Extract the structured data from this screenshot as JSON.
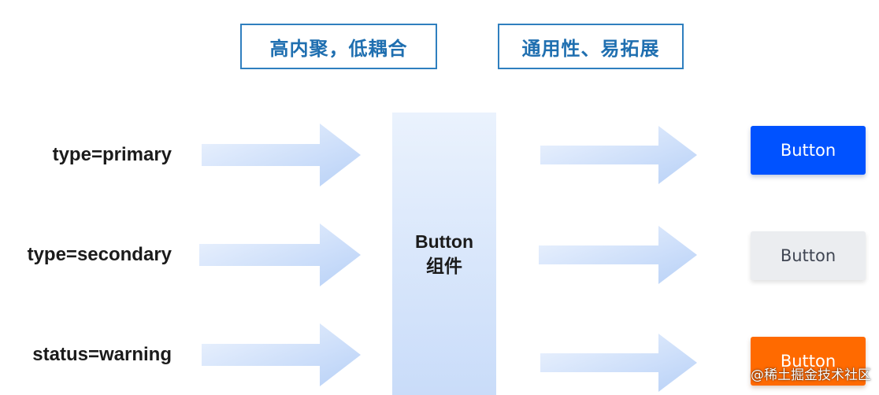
{
  "principles": [
    {
      "label": "高内聚，低耦合"
    },
    {
      "label": "通用性、易拓展"
    }
  ],
  "inputs": [
    {
      "label": "type=primary"
    },
    {
      "label": "type=secondary"
    },
    {
      "label": "status=warning"
    }
  ],
  "component": {
    "name": "Button",
    "suffix": "组件"
  },
  "outputs": [
    {
      "label": "Button",
      "background": "#0052ff",
      "text_color": "#ffffff"
    },
    {
      "label": "Button",
      "background": "#ebedf0",
      "text_color": "#404653"
    },
    {
      "label": "Button",
      "background": "#ff6a00",
      "text_color": "#ffffff"
    }
  ],
  "colors": {
    "principle_border": "#2f7fbf",
    "principle_text": "#1f6fb0",
    "arrow_light": "#eef4fe",
    "arrow_dark": "#b8d1f7",
    "column_top": "#eaf2fd",
    "column_bottom": "#c9dcf9"
  },
  "watermark": "@稀土掘金技术社区"
}
